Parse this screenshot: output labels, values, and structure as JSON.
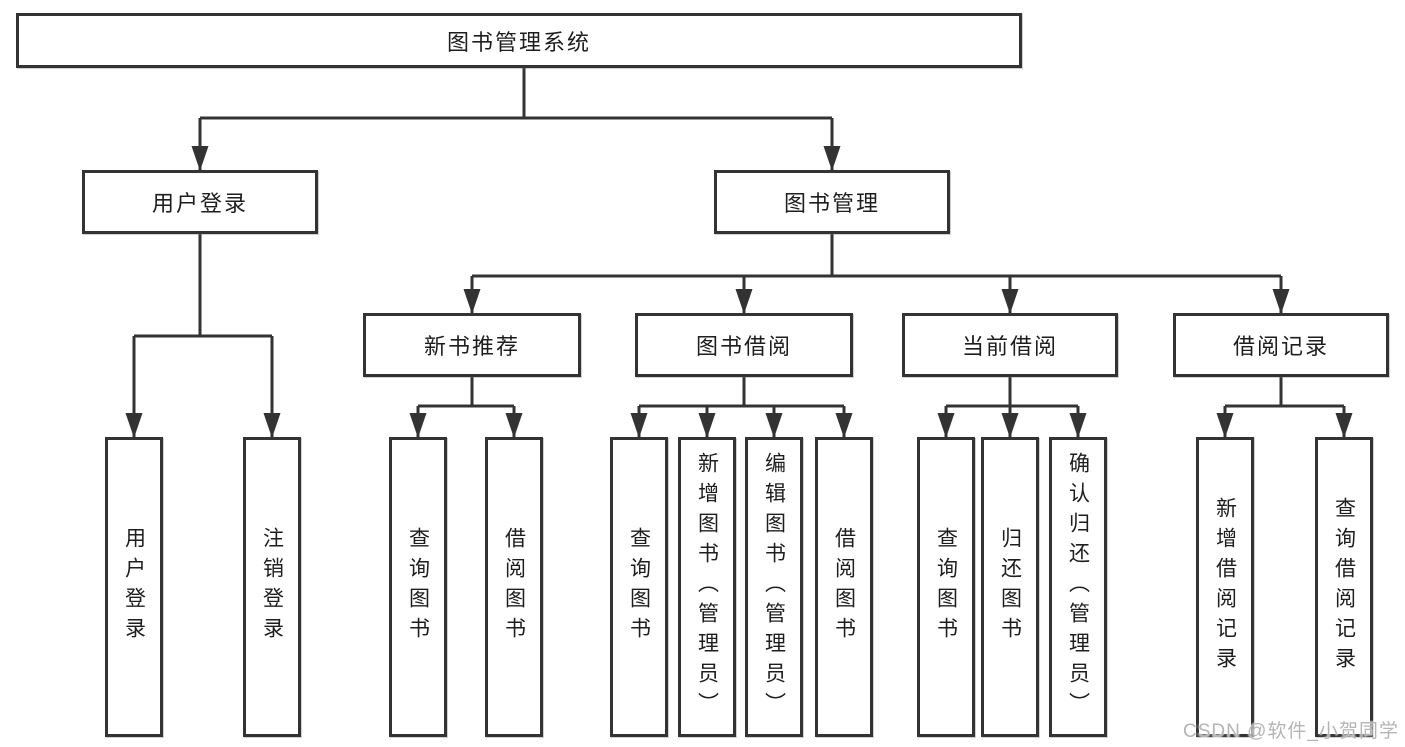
{
  "tree": {
    "label": "图书管理系统",
    "children": [
      {
        "label": "用户登录",
        "children": [
          {
            "label": "用户登录"
          },
          {
            "label": "注销登录"
          }
        ]
      },
      {
        "label": "图书管理",
        "children": [
          {
            "label": "新书推荐",
            "children": [
              {
                "label": "查询图书"
              },
              {
                "label": "借阅图书"
              }
            ]
          },
          {
            "label": "图书借阅",
            "children": [
              {
                "label": "查询图书"
              },
              {
                "label": "新增图书（管理员）"
              },
              {
                "label": "编辑图书（管理员）"
              },
              {
                "label": "借阅图书"
              }
            ]
          },
          {
            "label": "当前借阅",
            "children": [
              {
                "label": "查询图书"
              },
              {
                "label": "归还图书"
              },
              {
                "label": "确认归还（管理员）"
              }
            ]
          },
          {
            "label": "借阅记录",
            "children": [
              {
                "label": "新增借阅记录"
              },
              {
                "label": "查询借阅记录"
              }
            ]
          }
        ]
      }
    ]
  },
  "watermark": {
    "text": "CSDN @软件_小贺同学"
  },
  "colors": {
    "line": "#333333",
    "border": "#333333",
    "text": "#1e1e1e",
    "background": "#ffffff",
    "watermark": "#b5b5b5"
  }
}
